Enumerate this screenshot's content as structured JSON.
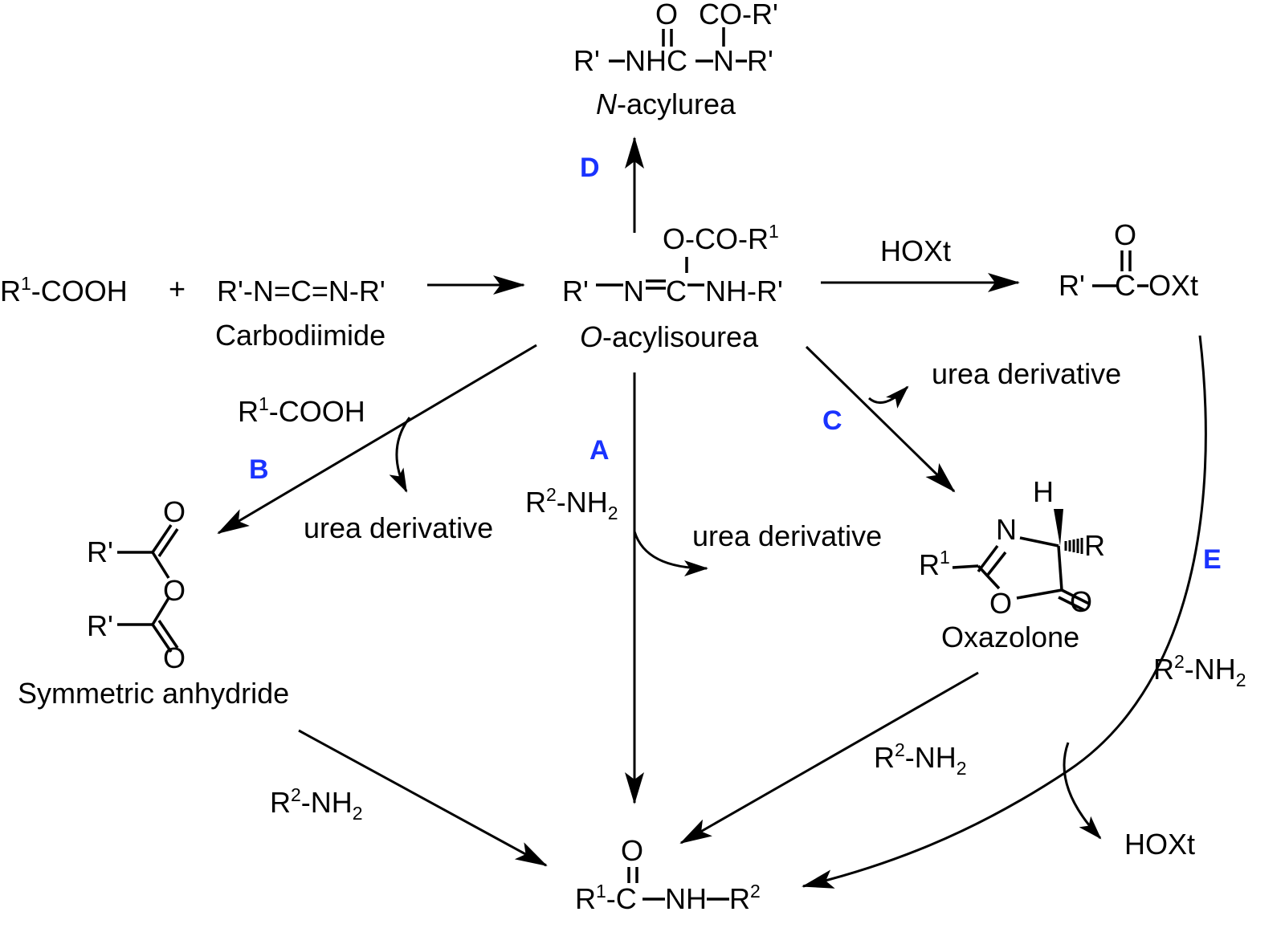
{
  "colors": {
    "pathway_label": "#1a33ff",
    "ink": "#000000"
  },
  "reactants": {
    "acid": {
      "pre": "R",
      "sup": "1",
      "post": "-COOH"
    },
    "plus": "+",
    "carbodiimide": {
      "formula": "R'-N=C=N-R'",
      "name": "Carbodiimide"
    }
  },
  "intermediate": {
    "top": {
      "pre": "O-CO-R",
      "sup": "1"
    },
    "left": "R'",
    "n": "N",
    "c": "C",
    "right": "NH-R'",
    "name_italic": "O",
    "name_rest": "-acylisourea"
  },
  "n_acylurea": {
    "o": "O",
    "co_r": "CO-R'",
    "left": "R'",
    "nhc": "NHC",
    "n": "N",
    "right": "R'",
    "name_italic": "N",
    "name_rest": "-acylurea"
  },
  "active_ester": {
    "o": "O",
    "left": "R'",
    "c": "C",
    "right": "OXt",
    "reagent": "HOXt"
  },
  "anhydride": {
    "r_top": "R'",
    "r_bottom": "R'",
    "o_top": "O",
    "o_mid": "O",
    "o_bottom": "O",
    "name": "Symmetric anhydride"
  },
  "oxazolone": {
    "h": "H",
    "n": "N",
    "r": "R",
    "r1_pre": "R",
    "r1_sup": "1",
    "o_ring": "O",
    "o_exo": "O",
    "name": "Oxazolone"
  },
  "amide": {
    "o": "O",
    "r1_pre": "R",
    "r1_sup": "1",
    "c": "-C",
    "nh": "NH",
    "r2_pre": "R",
    "r2_sup": "2"
  },
  "pathways": {
    "A": {
      "label": "A",
      "reagent": {
        "pre": "R",
        "sup": "2",
        "mid": "-NH",
        "sub": "2"
      },
      "byproduct": "urea derivative"
    },
    "B": {
      "label": "B",
      "reagent": {
        "pre": "R",
        "sup": "1",
        "post": "-COOH"
      },
      "byproduct": "urea derivative"
    },
    "C": {
      "label": "C",
      "byproduct": "urea derivative"
    },
    "D": {
      "label": "D"
    },
    "E": {
      "label": "E",
      "reagent": {
        "pre": "R",
        "sup": "2",
        "mid": "-NH",
        "sub": "2"
      },
      "byproduct": "HOXt"
    }
  },
  "amine_reagents": {
    "from_anhydride": {
      "pre": "R",
      "sup": "2",
      "mid": "-NH",
      "sub": "2"
    },
    "from_oxazolone": {
      "pre": "R",
      "sup": "2",
      "mid": "-NH",
      "sub": "2"
    }
  }
}
